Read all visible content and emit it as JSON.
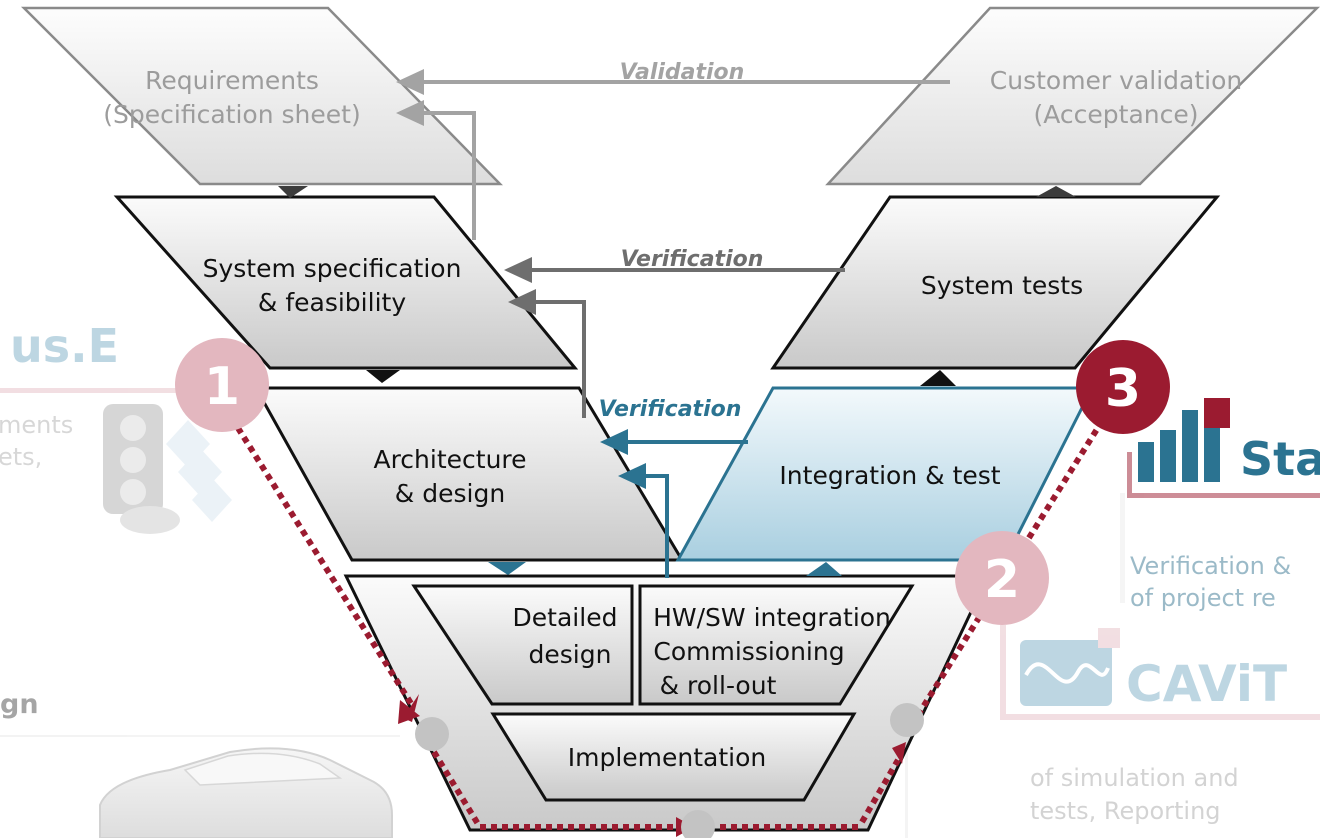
{
  "diagram": {
    "boxes": {
      "requirements": [
        "Requirements",
        "(Specification sheet)"
      ],
      "customer_validation": [
        "Customer validation",
        "(Acceptance)"
      ],
      "system_spec": [
        "System specification",
        "& feasibility"
      ],
      "system_tests": "System tests",
      "architecture": [
        "Architecture",
        "& design"
      ],
      "integration": "Integration & test",
      "detailed_design": [
        "Detailed",
        "design"
      ],
      "hwsw": [
        "HW/SW integration",
        "Commissioning",
        "& roll-out"
      ],
      "implementation": "Implementation"
    },
    "arrows": {
      "validation": "Validation",
      "verification_top": "Verification",
      "verification_mid": "Verification"
    },
    "markers": [
      "1",
      "2",
      "3"
    ],
    "background": {
      "left_logo": "us.E",
      "left_text": [
        "ments",
        "ets,"
      ],
      "left_heading": "gn",
      "right_logo_1": "Sta",
      "right_text_1": [
        "Verification &",
        "of project re"
      ],
      "right_logo_2": "CAViT",
      "right_text_2": [
        "of simulation and",
        "tests, Reporting"
      ]
    },
    "colors": {
      "teal": "#2b7391",
      "crimson": "#9b1b30",
      "pink": "#e3b7bf",
      "grey_arrow": "#6e6e6e",
      "light_grey_arrow": "#a3a3a3"
    }
  }
}
